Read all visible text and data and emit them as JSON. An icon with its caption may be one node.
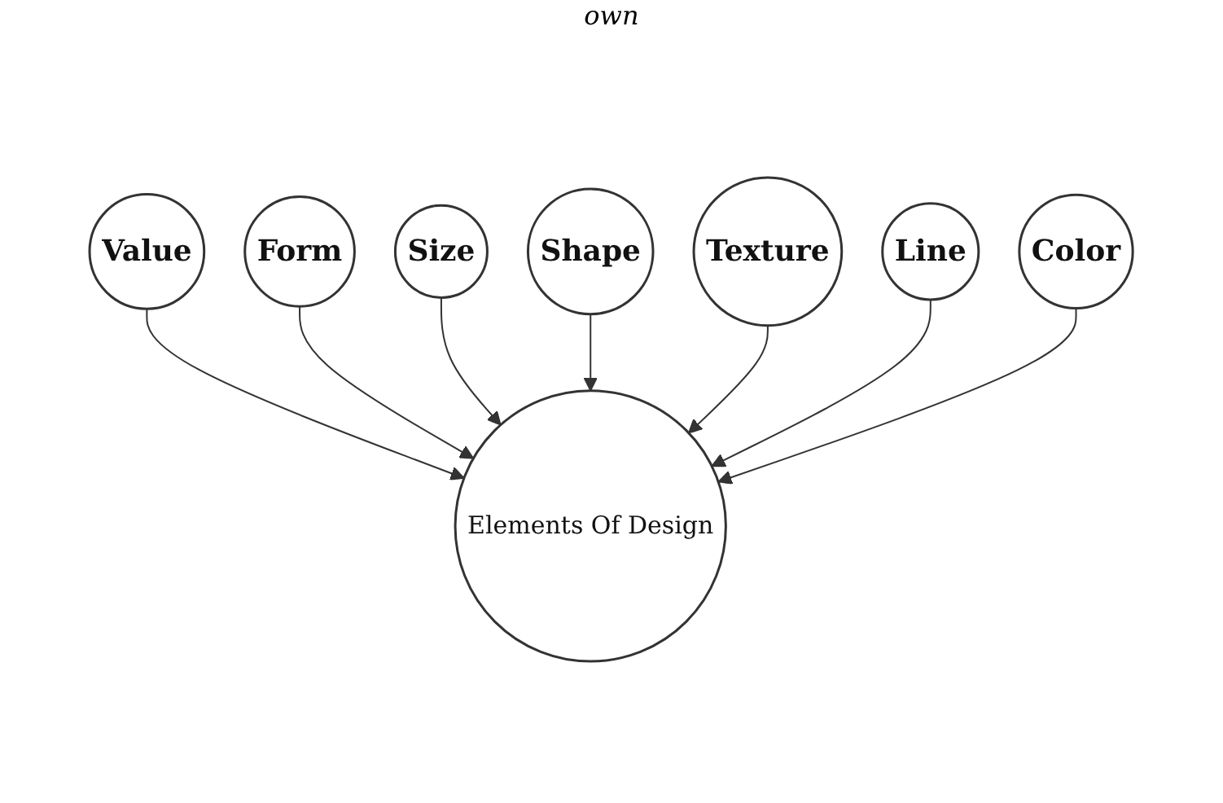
{
  "diagram": {
    "nodes": [
      {
        "text": [
          "Elements Of Design"
        ]
      },
      {
        "text": [
          "Value"
        ]
      },
      {
        "text": [
          "Form"
        ]
      },
      {
        "text": [
          "Size"
        ]
      },
      {
        "text": [
          "Shape"
        ]
      },
      {
        "text": [
          "Texture"
        ]
      },
      {
        "text": [
          "Line"
        ]
      },
      {
        "text": [
          "Color"
        ]
      }
    ],
    "edges": [
      {
        "from": 1,
        "to": 0,
        "arrow": "to"
      },
      {
        "from": 2,
        "to": 0,
        "arrow": "to"
      },
      {
        "from": 3,
        "to": 0,
        "arrow": "to"
      },
      {
        "from": 4,
        "to": 0,
        "arrow": "to"
      },
      {
        "from": 5,
        "to": 0,
        "arrow": "to"
      },
      {
        "from": 6,
        "to": 0,
        "arrow": "to"
      },
      {
        "from": 7,
        "to": 0,
        "arrow": "to"
      }
    ],
    "labels": [
      "own"
    ]
  }
}
